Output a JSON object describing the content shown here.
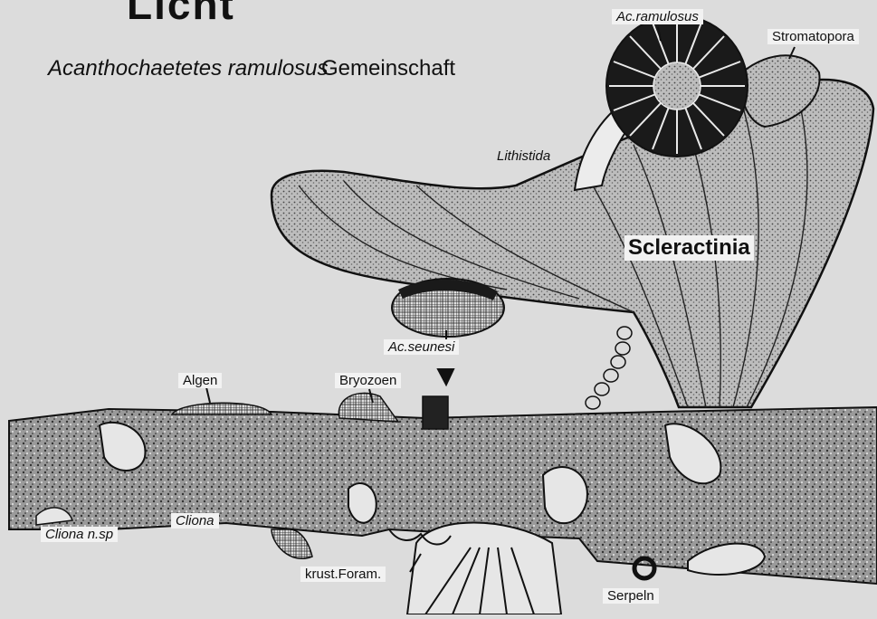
{
  "header": {
    "title": "Licht",
    "subtitle_species": "Acanthochaetetes ramulosus",
    "subtitle_word": "Gemeinschaft"
  },
  "labels": {
    "ac_ramulosus": "Ac.ramulosus",
    "stromatopora": "Stromatopora",
    "lithistida": "Lithistida",
    "scleractinia": "Scleractinia",
    "ac_seunesi": "Ac.seunesi",
    "algen": "Algen",
    "bryozoen": "Bryozoen",
    "cliona": "Cliona",
    "cliona_nsp": "Cliona n.sp",
    "krust_foram": "krust.Foram.",
    "serpeln": "Serpeln"
  }
}
